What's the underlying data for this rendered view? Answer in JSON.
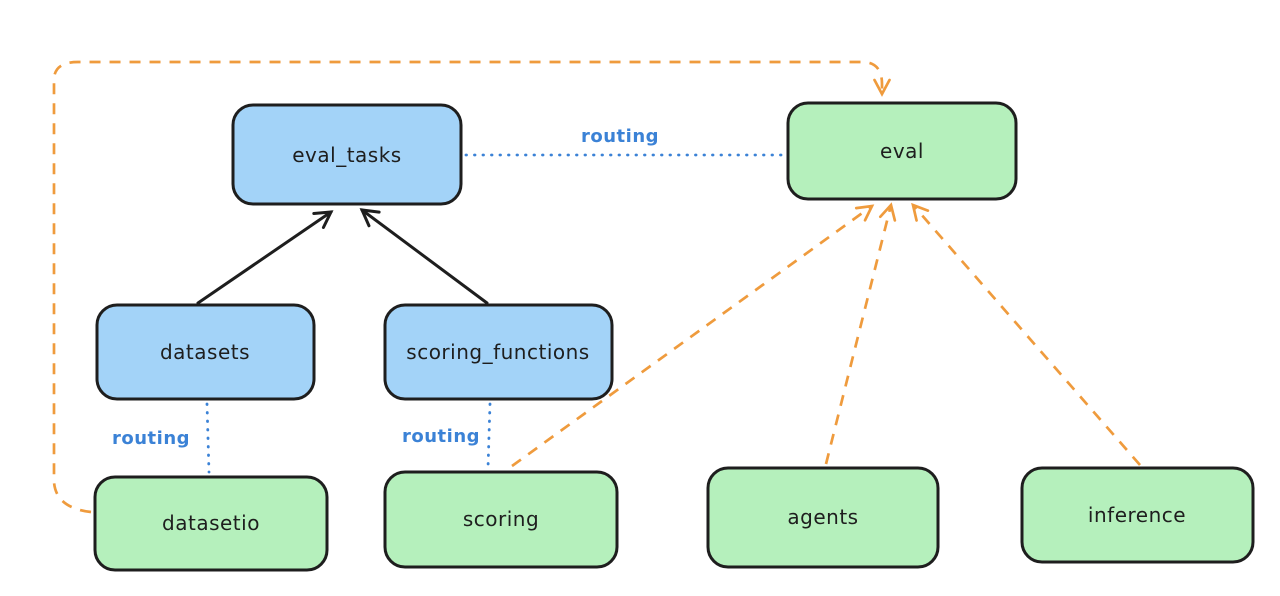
{
  "diagram": {
    "background": "#ffffff",
    "colors": {
      "node_blue_fill": "#a3d3f8",
      "node_green_fill": "#b5f0bc",
      "node_stroke": "#1e1e1e",
      "black_arrow": "#1e1e1e",
      "orange_dashed": "#ef9b3d",
      "routing_blue": "#3b82d6"
    },
    "nodes": {
      "eval_tasks": {
        "label": "eval_tasks",
        "fill": "#a3d3f8"
      },
      "eval": {
        "label": "eval",
        "fill": "#b5f0bc"
      },
      "datasets": {
        "label": "datasets",
        "fill": "#a3d3f8"
      },
      "scoring_functions": {
        "label": "scoring_functions",
        "fill": "#a3d3f8"
      },
      "datasetio": {
        "label": "datasetio",
        "fill": "#b5f0bc"
      },
      "scoring": {
        "label": "scoring",
        "fill": "#b5f0bc"
      },
      "agents": {
        "label": "agents",
        "fill": "#b5f0bc"
      },
      "inference": {
        "label": "inference",
        "fill": "#b5f0bc"
      }
    },
    "edge_labels": {
      "routing_eval": "routing",
      "routing_datasetio": "routing",
      "routing_scoring": "routing"
    }
  }
}
